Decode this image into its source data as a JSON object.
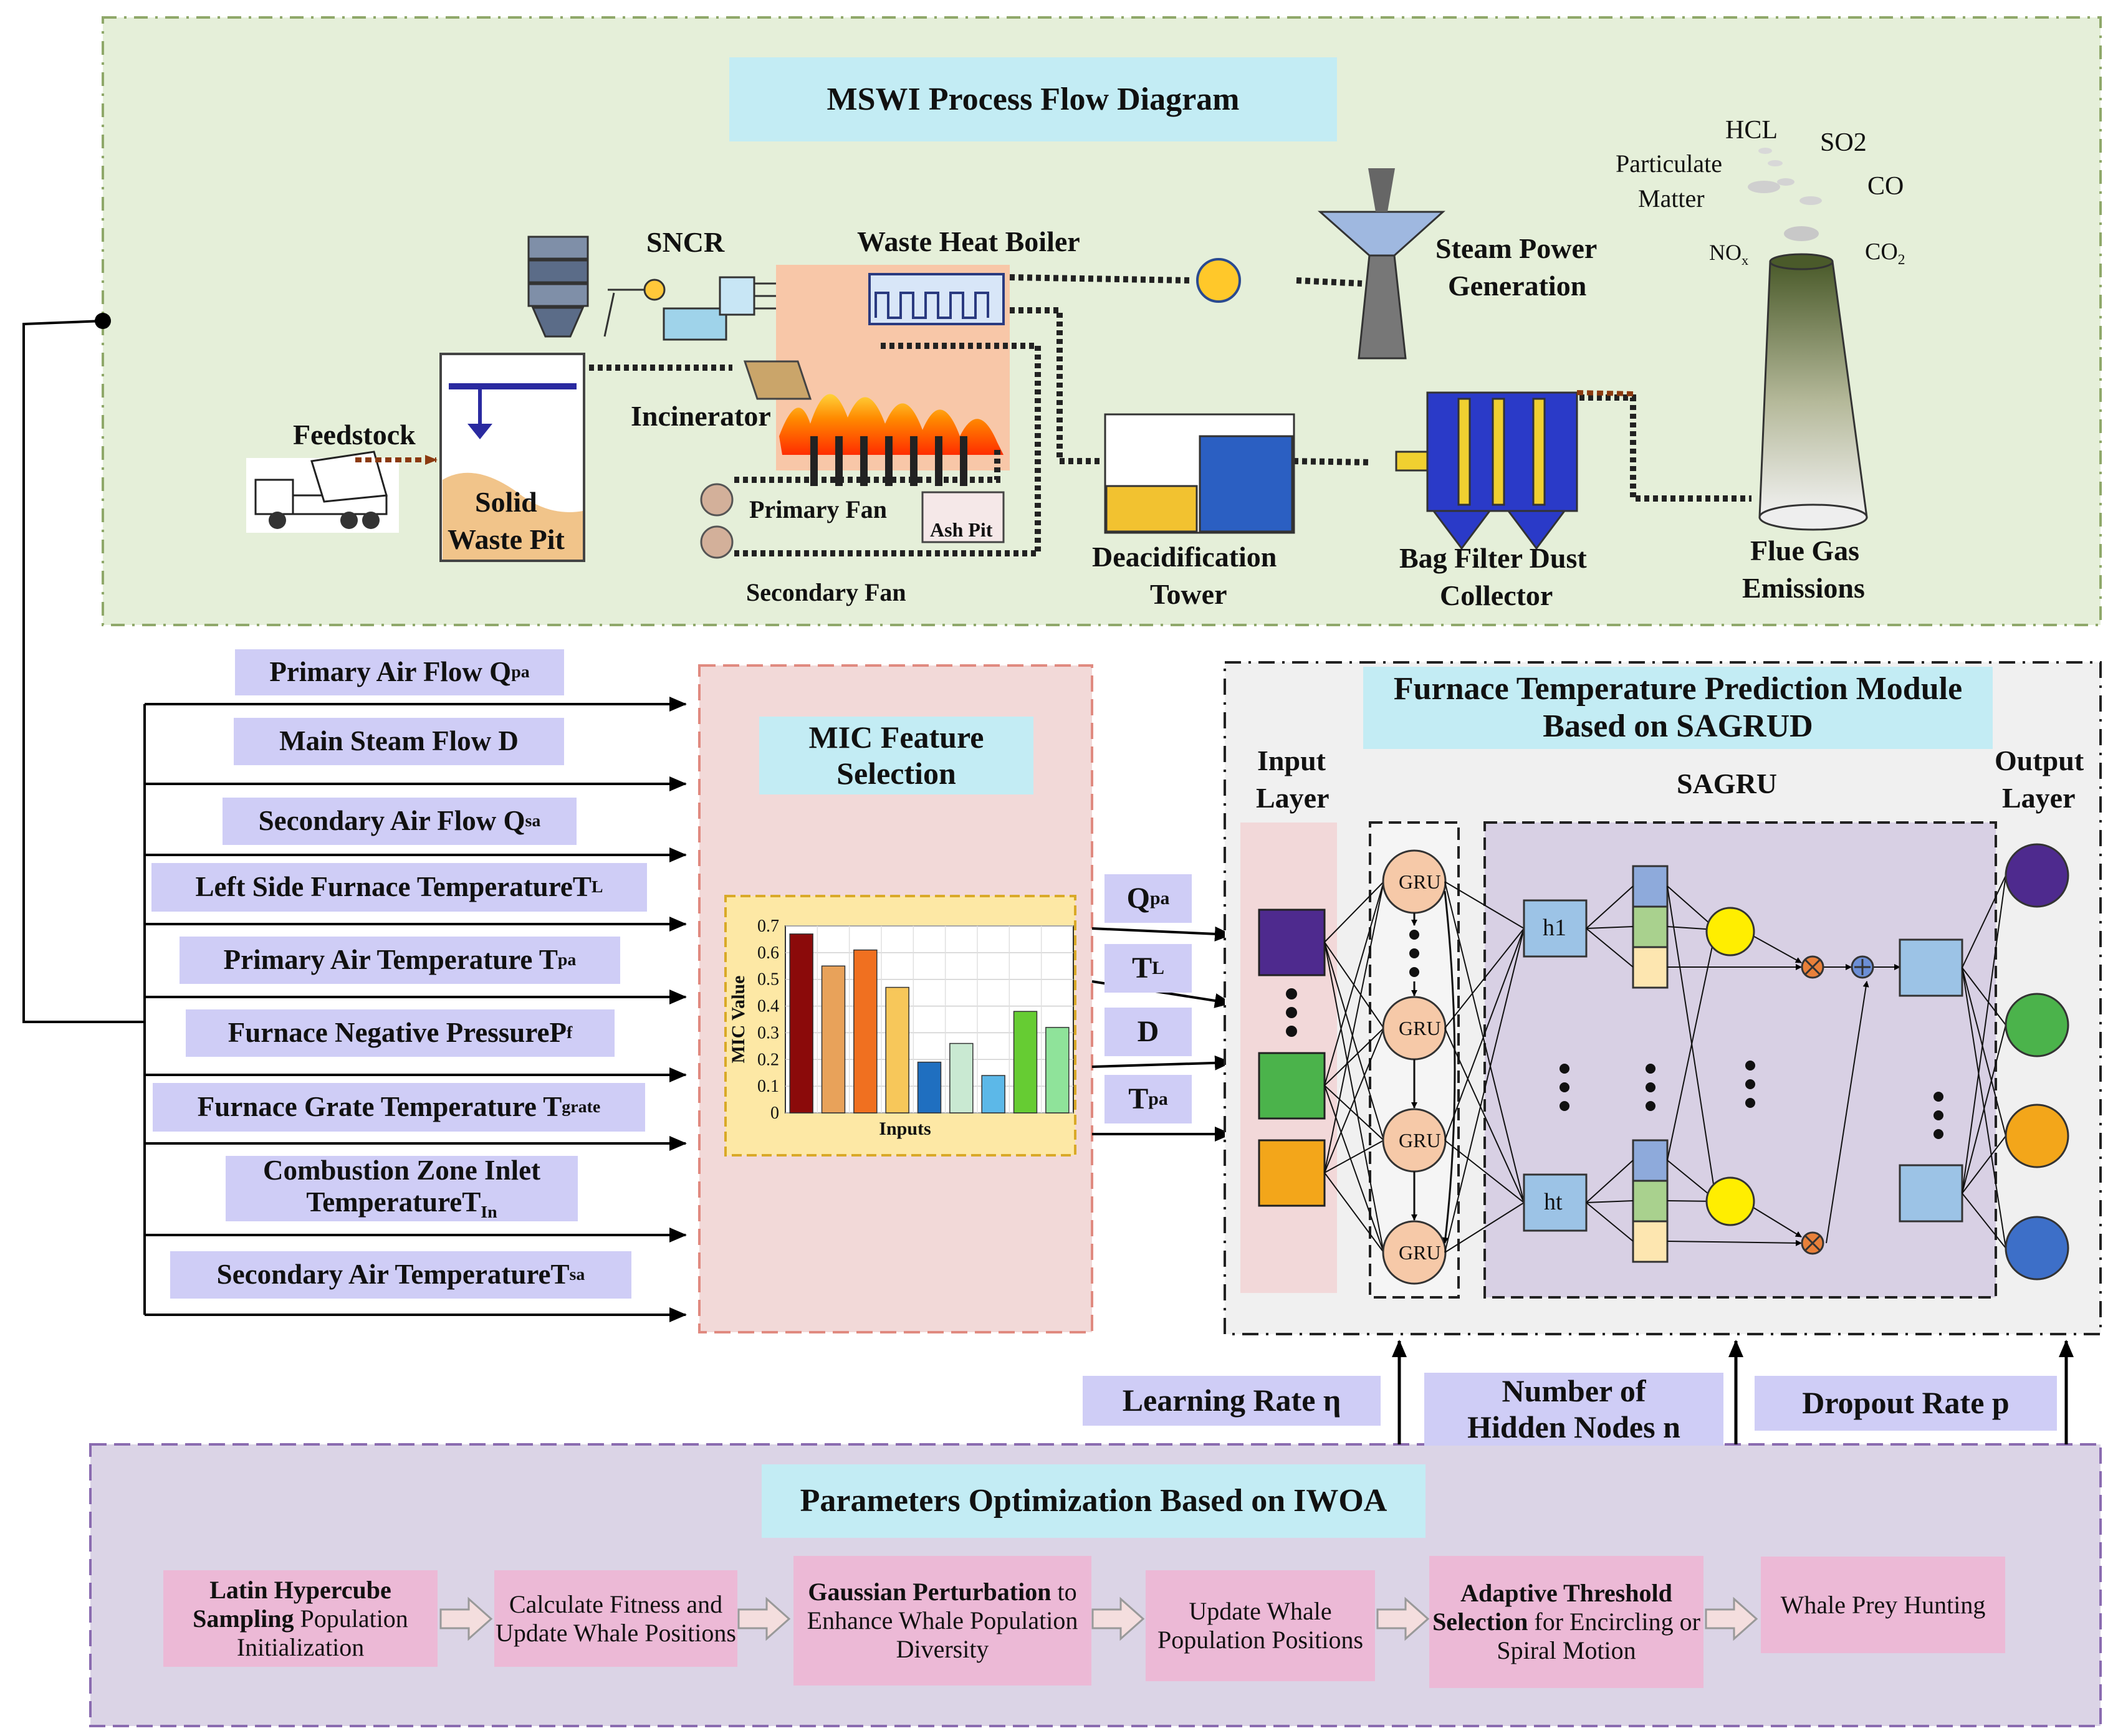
{
  "process": {
    "title": "MSWI Process Flow Diagram",
    "feedstock": "Feedstock",
    "solid_waste_pit": [
      "Solid",
      "Waste Pit"
    ],
    "sncr": "SNCR",
    "waste_heat_boiler": "Waste Heat Boiler",
    "incinerator": "Incinerator",
    "primary_fan": "Primary Fan",
    "secondary_fan": "Secondary Fan",
    "ash_pit": "Ash Pit",
    "steam_power": [
      "Steam Power",
      "Generation"
    ],
    "deacid": [
      "Deacidification",
      "Tower"
    ],
    "bag_filter": [
      "Bag Filter Dust",
      "Collector"
    ],
    "flue_gas": [
      "Flue Gas",
      "Emissions"
    ],
    "emissions": {
      "hcl": "HCL",
      "so2": "SO2",
      "particulate": [
        "Particulate",
        "Matter"
      ],
      "co": "CO",
      "nox": "NO",
      "nox_sub": "x",
      "co2": "CO",
      "co2_sub": "2"
    }
  },
  "inputs": [
    {
      "label": "Primary Air Flow Q",
      "sub": "pa"
    },
    {
      "label": "Main Steam Flow D",
      "sub": ""
    },
    {
      "label": "Secondary Air Flow Q",
      "sub": "sa"
    },
    {
      "label": "Left Side Furnace TemperatureT",
      "sub": "L"
    },
    {
      "label": "Primary Air Temperature T",
      "sub": "pa"
    },
    {
      "label": "Furnace Negative PressureP",
      "sub": "f"
    },
    {
      "label": "Furnace Grate Temperature T",
      "sub": "grate"
    },
    {
      "label": "Combustion Zone Inlet",
      "label2": "TemperatureT",
      "sub": "In"
    },
    {
      "label": "Secondary Air TemperatureT",
      "sub": "sa"
    }
  ],
  "mic": {
    "title": [
      "MIC Feature",
      "Selection"
    ]
  },
  "selected_features": [
    {
      "label": "Q",
      "sub": "pa"
    },
    {
      "label": "T",
      "sub": "L"
    },
    {
      "label": "D",
      "sub": ""
    },
    {
      "label": "T",
      "sub": "pa"
    }
  ],
  "chart_data": {
    "type": "bar",
    "ylabel": "MIC Value",
    "xlabel": "Inputs",
    "ylim": [
      0,
      0.7
    ],
    "yticks": [
      "0",
      "0.1",
      "0.2",
      "0.3",
      "0.4",
      "0.5",
      "0.6",
      "0.7"
    ],
    "values": [
      0.67,
      0.55,
      0.61,
      0.47,
      0.19,
      0.26,
      0.14,
      0.38,
      0.32
    ],
    "colors": [
      "#8b0a0a",
      "#e8a25a",
      "#f07020",
      "#f7c75a",
      "#1f6fc0",
      "#c9e9d2",
      "#5cb8e8",
      "#66cc33",
      "#8fe39a"
    ],
    "grid": true
  },
  "module": {
    "title": [
      "Furnace Temperature Prediction Module",
      "Based on SAGRUD"
    ],
    "input_layer": [
      "Input",
      "Layer"
    ],
    "sagru": "SAGRU",
    "output_layer": [
      "Output",
      "Layer"
    ],
    "gru": "GRU",
    "h1": "h1",
    "ht": "ht",
    "input_colors": [
      "#4e2a8e",
      "#4bb34b",
      "#f3a61a"
    ],
    "output_colors": [
      "#4e2a8e",
      "#4bb34b",
      "#f3a61a",
      "#3d6fc8"
    ]
  },
  "hyper": {
    "learning_rate": "Learning Rate  η",
    "hidden_nodes": [
      "Number of",
      "Hidden Nodes  n"
    ],
    "dropout": "Dropout Rate p"
  },
  "iwoa": {
    "title": "Parameters Optimization Based on IWOA",
    "steps": [
      {
        "bold": "Latin Hypercube Sampling",
        "text": " Population Initialization"
      },
      {
        "bold": "",
        "text": "Calculate Fitness and Update Whale Positions"
      },
      {
        "bold": "Gaussian Perturbation",
        "text": " to Enhance Whale Population Diversity"
      },
      {
        "bold": "",
        "text": "Update Whale Population Positions"
      },
      {
        "bold": "Adaptive Threshold Selection",
        "text": " for Encircling or Spiral Motion"
      },
      {
        "bold": "",
        "text": "Whale Prey Hunting"
      }
    ]
  }
}
